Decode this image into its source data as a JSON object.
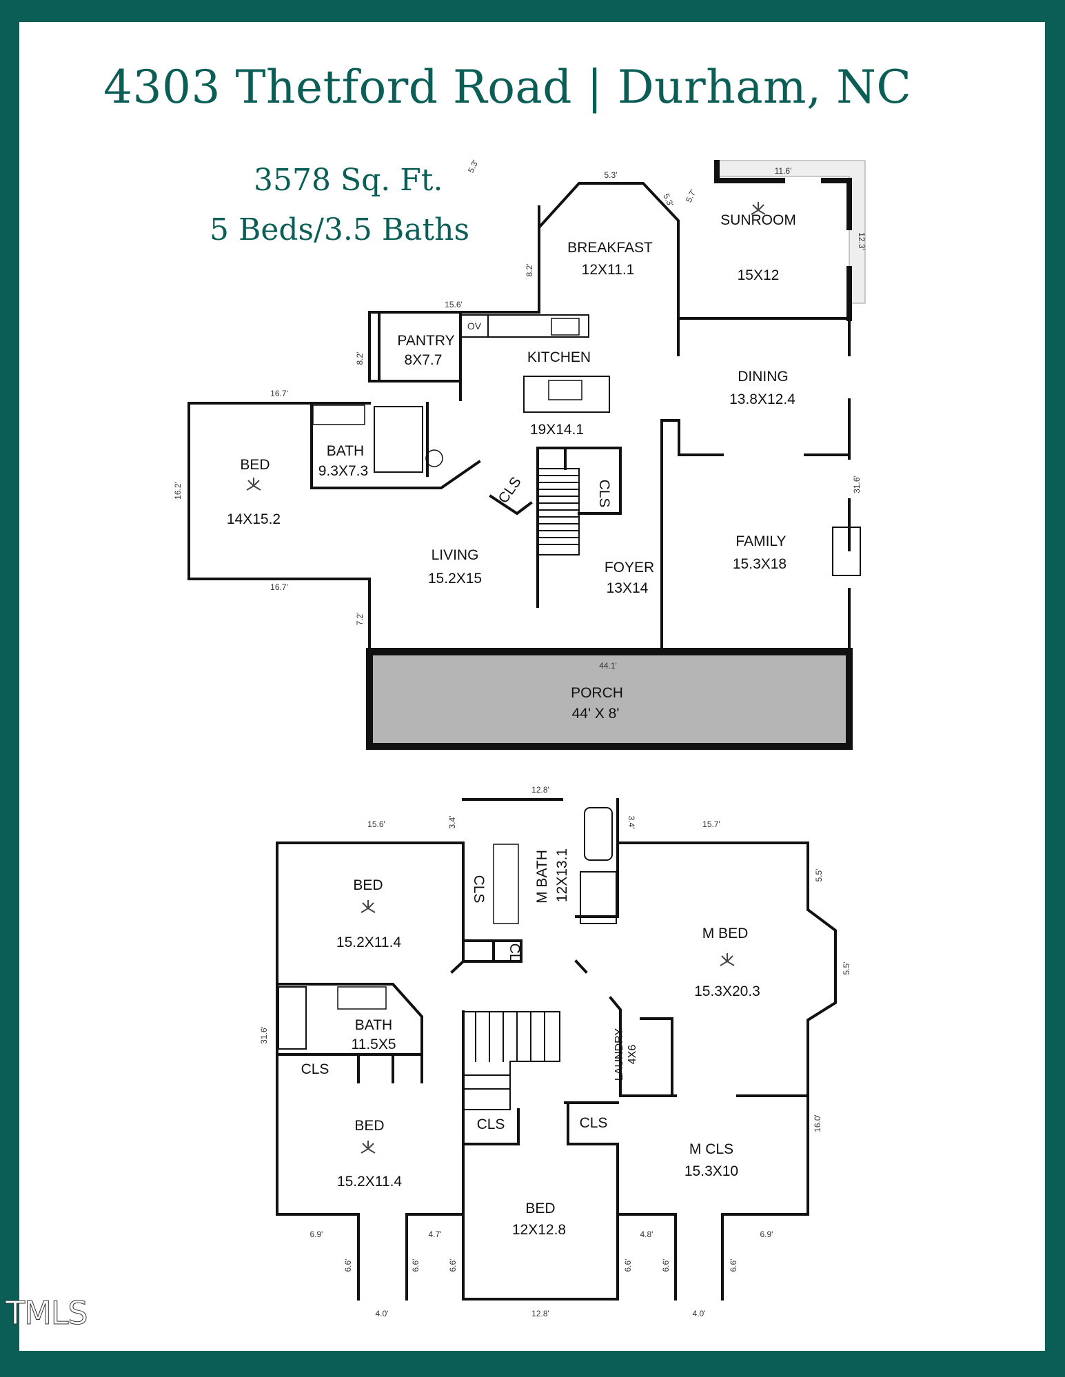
{
  "header": {
    "address": "4303 Thetford Road | Durham, NC",
    "sqft": "3578 Sq. Ft.",
    "beds_baths": "5 Beds/3.5 Baths"
  },
  "colors": {
    "frame": "#0b5e55",
    "wall": "#111111",
    "porch": "#b5b5b5"
  },
  "watermark": "TMLS",
  "first_floor": {
    "rooms": [
      {
        "id": "breakfast",
        "name": "BREAKFAST",
        "size": "12X11.1"
      },
      {
        "id": "sunroom",
        "name": "SUNROOM",
        "size": "15X12"
      },
      {
        "id": "pantry",
        "name": "PANTRY",
        "size": "8X7.7"
      },
      {
        "id": "kitchen",
        "name": "KITCHEN",
        "size": "19X14.1"
      },
      {
        "id": "dining",
        "name": "DINING",
        "size": "13.8X12.4"
      },
      {
        "id": "bed",
        "name": "BED",
        "size": "14X15.2"
      },
      {
        "id": "bath",
        "name": "BATH",
        "size": "9.3X7.3"
      },
      {
        "id": "living",
        "name": "LIVING",
        "size": "15.2X15"
      },
      {
        "id": "foyer",
        "name": "FOYER",
        "size": "13X14"
      },
      {
        "id": "family",
        "name": "FAMILY",
        "size": "15.3X18"
      },
      {
        "id": "porch",
        "name": "PORCH",
        "size": "44' X 8'"
      }
    ],
    "labels": {
      "ov": "OV",
      "cls1": "CLS",
      "cls2": "CLS"
    },
    "dims": [
      "5.3'",
      "5.3'",
      "5.3'",
      "5.7'",
      "11.6'",
      "12.3'",
      "8.2'",
      "15.6'",
      "8.2'",
      "16.7'",
      "16.2'",
      "16.7'",
      "7.2'",
      "31.6'",
      "44.1'"
    ]
  },
  "second_floor": {
    "rooms": [
      {
        "id": "bed_nw",
        "name": "BED",
        "size": "15.2X11.4"
      },
      {
        "id": "mbath",
        "name": "M BATH",
        "size": "12X13.1"
      },
      {
        "id": "mbed",
        "name": "M BED",
        "size": "15.3X20.3"
      },
      {
        "id": "bath2",
        "name": "BATH",
        "size": "11.5X5"
      },
      {
        "id": "laundry",
        "name": "LAUNDRY",
        "size": "4X6"
      },
      {
        "id": "bed_sw",
        "name": "BED",
        "size": "15.2X11.4"
      },
      {
        "id": "bed_s",
        "name": "BED",
        "size": "12X12.8"
      },
      {
        "id": "mcls",
        "name": "M CLS",
        "size": "15.3X10"
      }
    ],
    "labels": {
      "cls_a": "CLS",
      "cl": "CL",
      "cls_b": "CLS",
      "cls_c": "CLS",
      "cls_d": "CLS"
    },
    "dims": [
      "12.8'",
      "15.6'",
      "3.4'",
      "3.4'",
      "15.7'",
      "5.5'",
      "5.5'",
      "31.6'",
      "16.0'",
      "6.9'",
      "4.7'",
      "4.8'",
      "6.9'",
      "6.6'",
      "6.6'",
      "6.6'",
      "6.6'",
      "6.6'",
      "6.6'",
      "4.0'",
      "12.8'",
      "4.0'"
    ]
  }
}
